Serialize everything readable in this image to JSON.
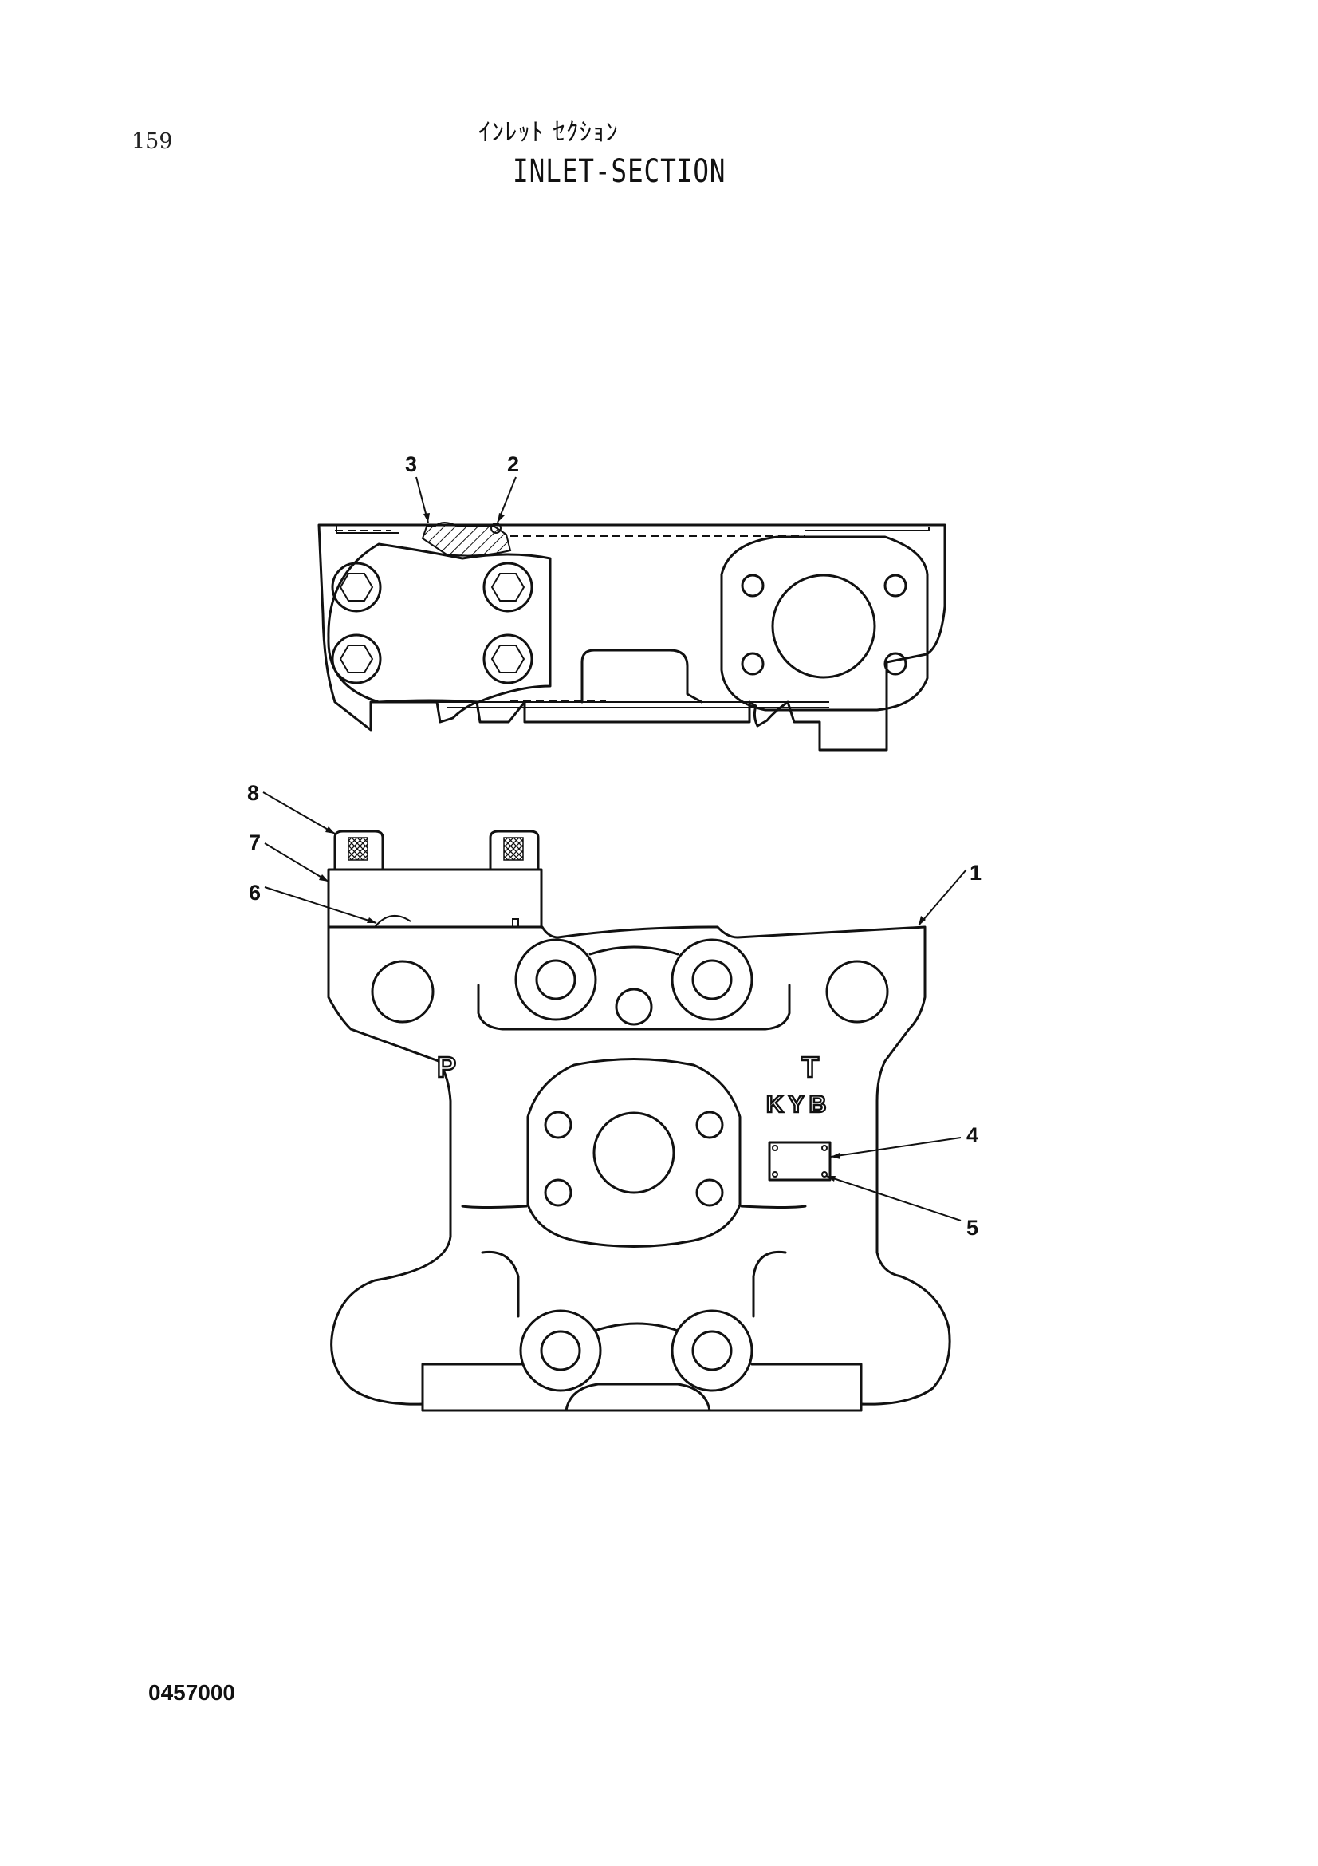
{
  "header": {
    "page_number": "159",
    "title_jp": "ｲﾝﾚｯﾄ ｾｸｼｮﾝ",
    "title_en": "INLET-SECTION"
  },
  "footer": {
    "drawing_number": "0457000"
  },
  "diagram": {
    "callouts": [
      "3",
      "2",
      "8",
      "7",
      "6",
      "1",
      "4",
      "5"
    ],
    "body_markings": {
      "port_p": "P",
      "port_t": "T",
      "brand": "KYB"
    }
  }
}
